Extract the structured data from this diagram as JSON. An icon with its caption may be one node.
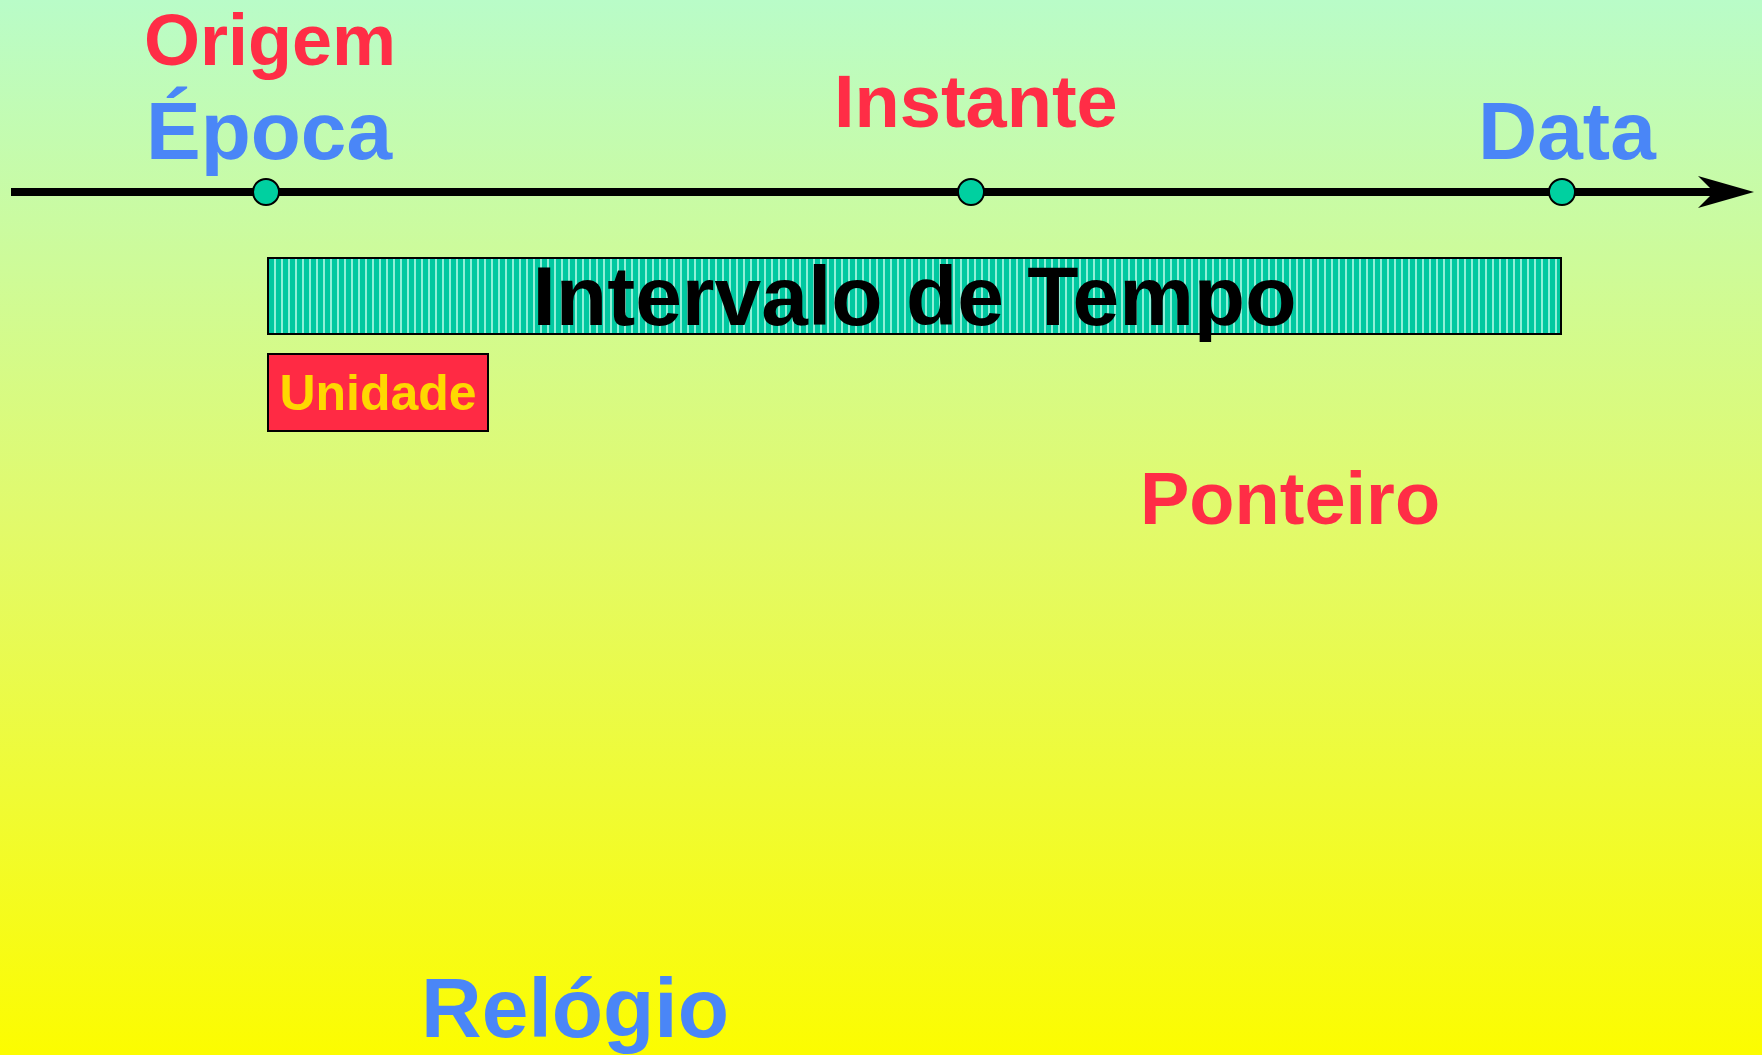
{
  "diagram": {
    "nodes": [
      {
        "text": [],
        "shape": "circle"
      },
      {
        "text": [],
        "shape": "circle"
      },
      {
        "text": [],
        "shape": "circle"
      },
      {
        "text": [
          "Intervalo de Tempo"
        ]
      },
      {
        "text": [
          "Unidade"
        ]
      }
    ],
    "labels": [
      "Origem",
      "Instante",
      "Época",
      "Data",
      "Ponteiro",
      "Relógio"
    ]
  }
}
